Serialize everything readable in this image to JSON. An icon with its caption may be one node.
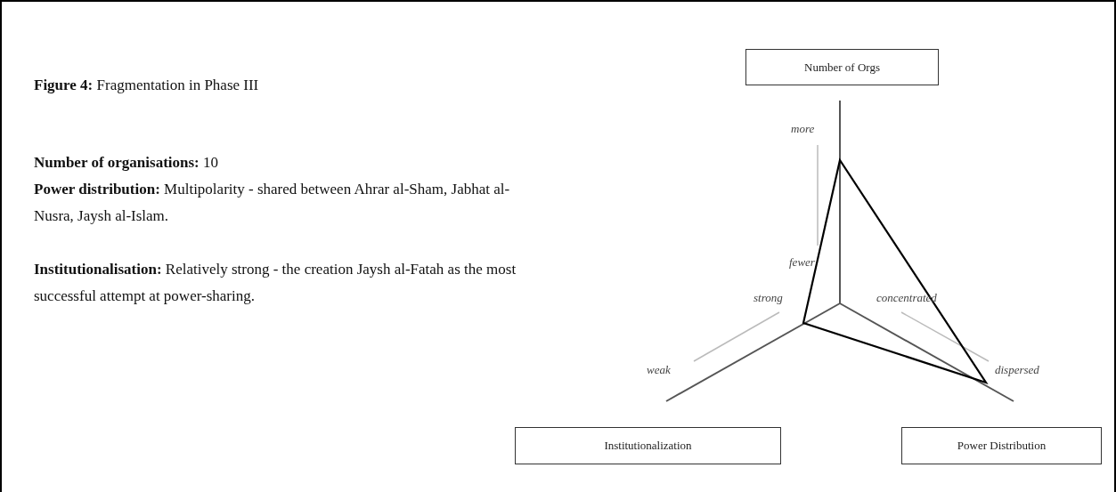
{
  "diagram": {
    "title": "**Figure 4:** Fragmentation in Phase III",
    "nodes": [
      {
        "text": [
          "Number of Orgs"
        ]
      },
      {
        "text": [
          "Institutionalization"
        ]
      },
      {
        "text": [
          "Power Distribution"
        ]
      }
    ],
    "edges": [],
    "labels": [
      "**Number of organisations:** 10",
      "**Power distribution:** Multipolarity - shared between Ahrar al-Sham, Jabhat al-Nusra, Jaysh al-Islam.",
      "**Institutionalisation:** Relatively strong - the creation Jaysh al-Fatah as the most successful attempt at power-sharing.",
      "more",
      "fewer",
      "strong",
      "concentrated",
      "weak",
      "dispersed"
    ]
  }
}
